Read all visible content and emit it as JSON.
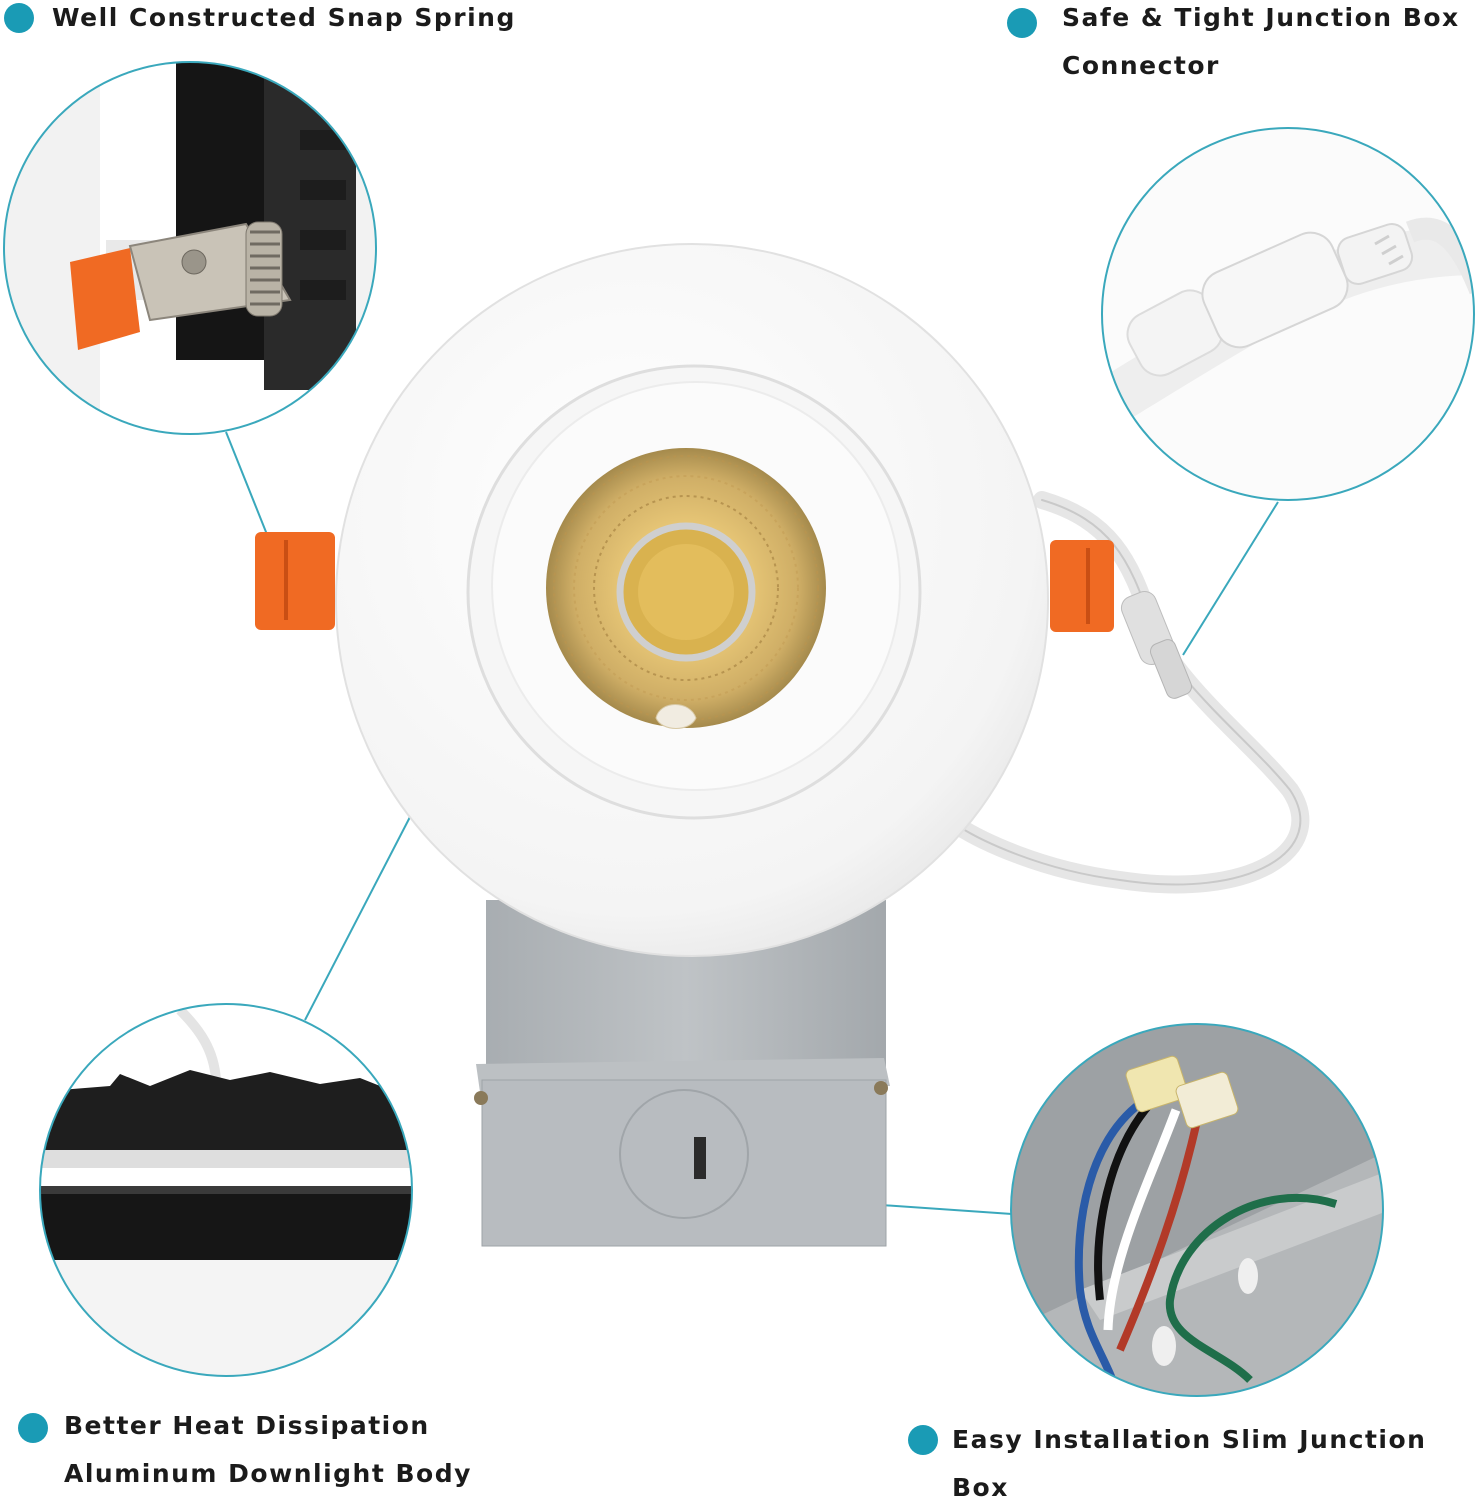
{
  "theme": {
    "accent": "#1a9bb5",
    "callout_line": "#3aa8bc",
    "trim_white": "#f7f7f7",
    "spring_clip_orange": "#f06a23",
    "led_yellow": "#e2bd62",
    "junction_box_gray": "#b2b7bb",
    "heatsink_black": "#1e1e1e"
  },
  "features": [
    {
      "id": "spring",
      "lines": [
        "Well Constructed Snap Spring"
      ],
      "icon": "snap-spring-closeup"
    },
    {
      "id": "connector",
      "lines": [
        "Safe & Tight Junction Box",
        "Connector"
      ],
      "icon": "wire-connector-closeup"
    },
    {
      "id": "heat",
      "lines": [
        "Better Heat Dissipation",
        "Aluminum Downlight Body"
      ],
      "icon": "heatsink-closeup"
    },
    {
      "id": "box",
      "lines": [
        "Easy Installation Slim Junction Box"
      ],
      "icon": "junction-box-wiring-closeup"
    }
  ],
  "product": {
    "icon": "gimbal-recessed-downlight"
  }
}
